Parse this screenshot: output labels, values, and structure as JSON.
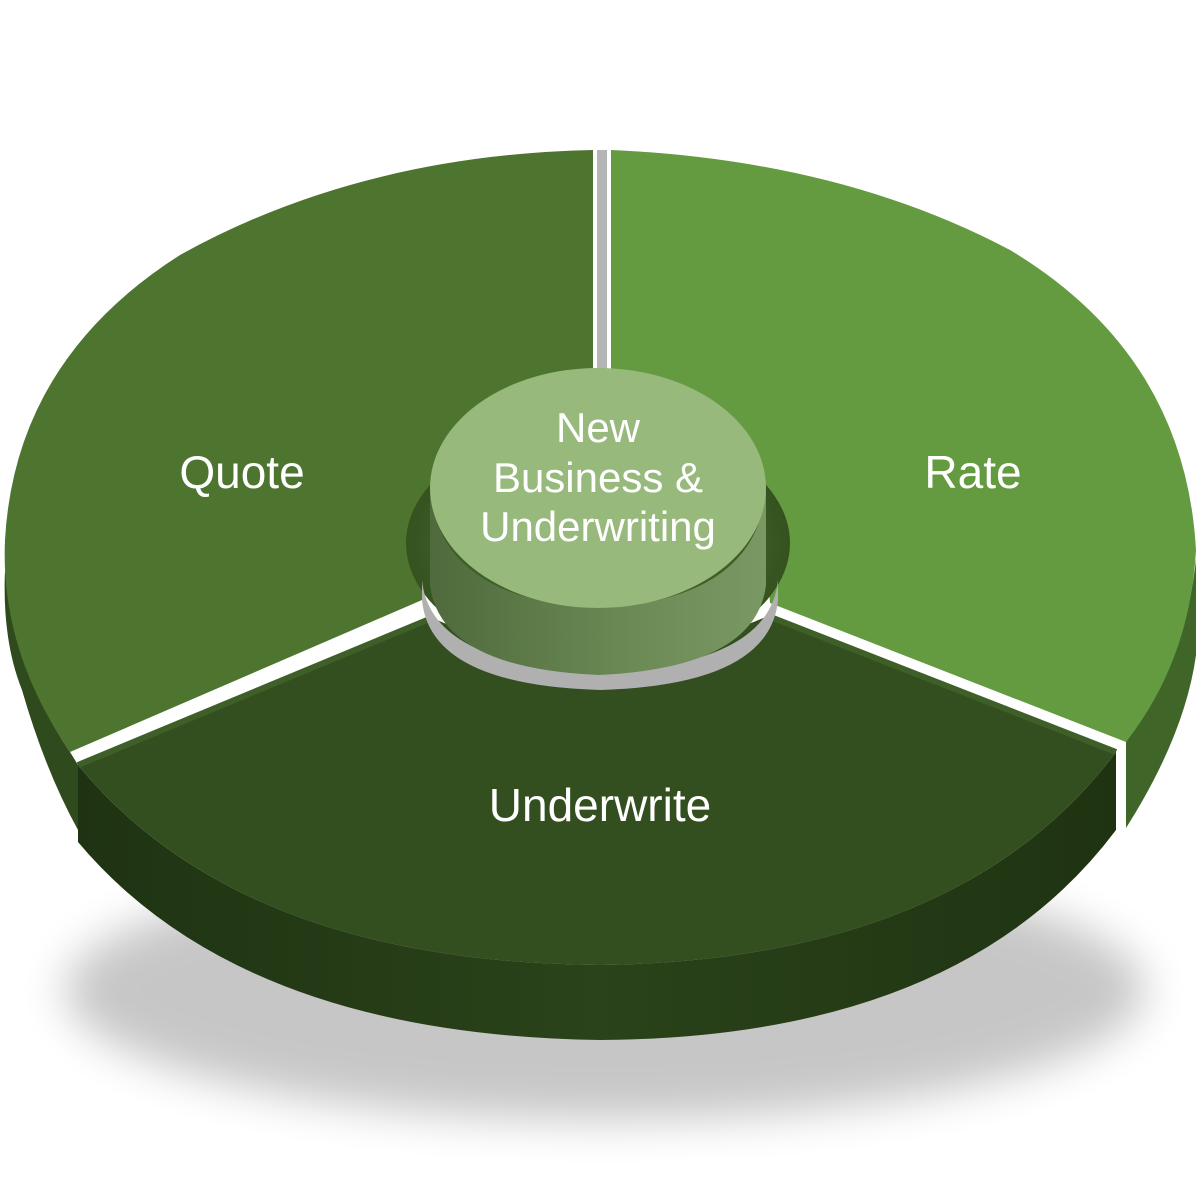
{
  "center": {
    "lines": [
      "New",
      "Business &",
      "Underwriting"
    ]
  },
  "segments": [
    {
      "label": "Quote"
    },
    {
      "label": "Rate"
    },
    {
      "label": "Underwrite"
    }
  ],
  "colors": {
    "quote": "#4d7530",
    "rate": "#659b40",
    "underwrite": "#344f1f",
    "hub_top": "#97b97c",
    "hub_side": "#5d7a48",
    "gap": "#a8a8a8"
  }
}
